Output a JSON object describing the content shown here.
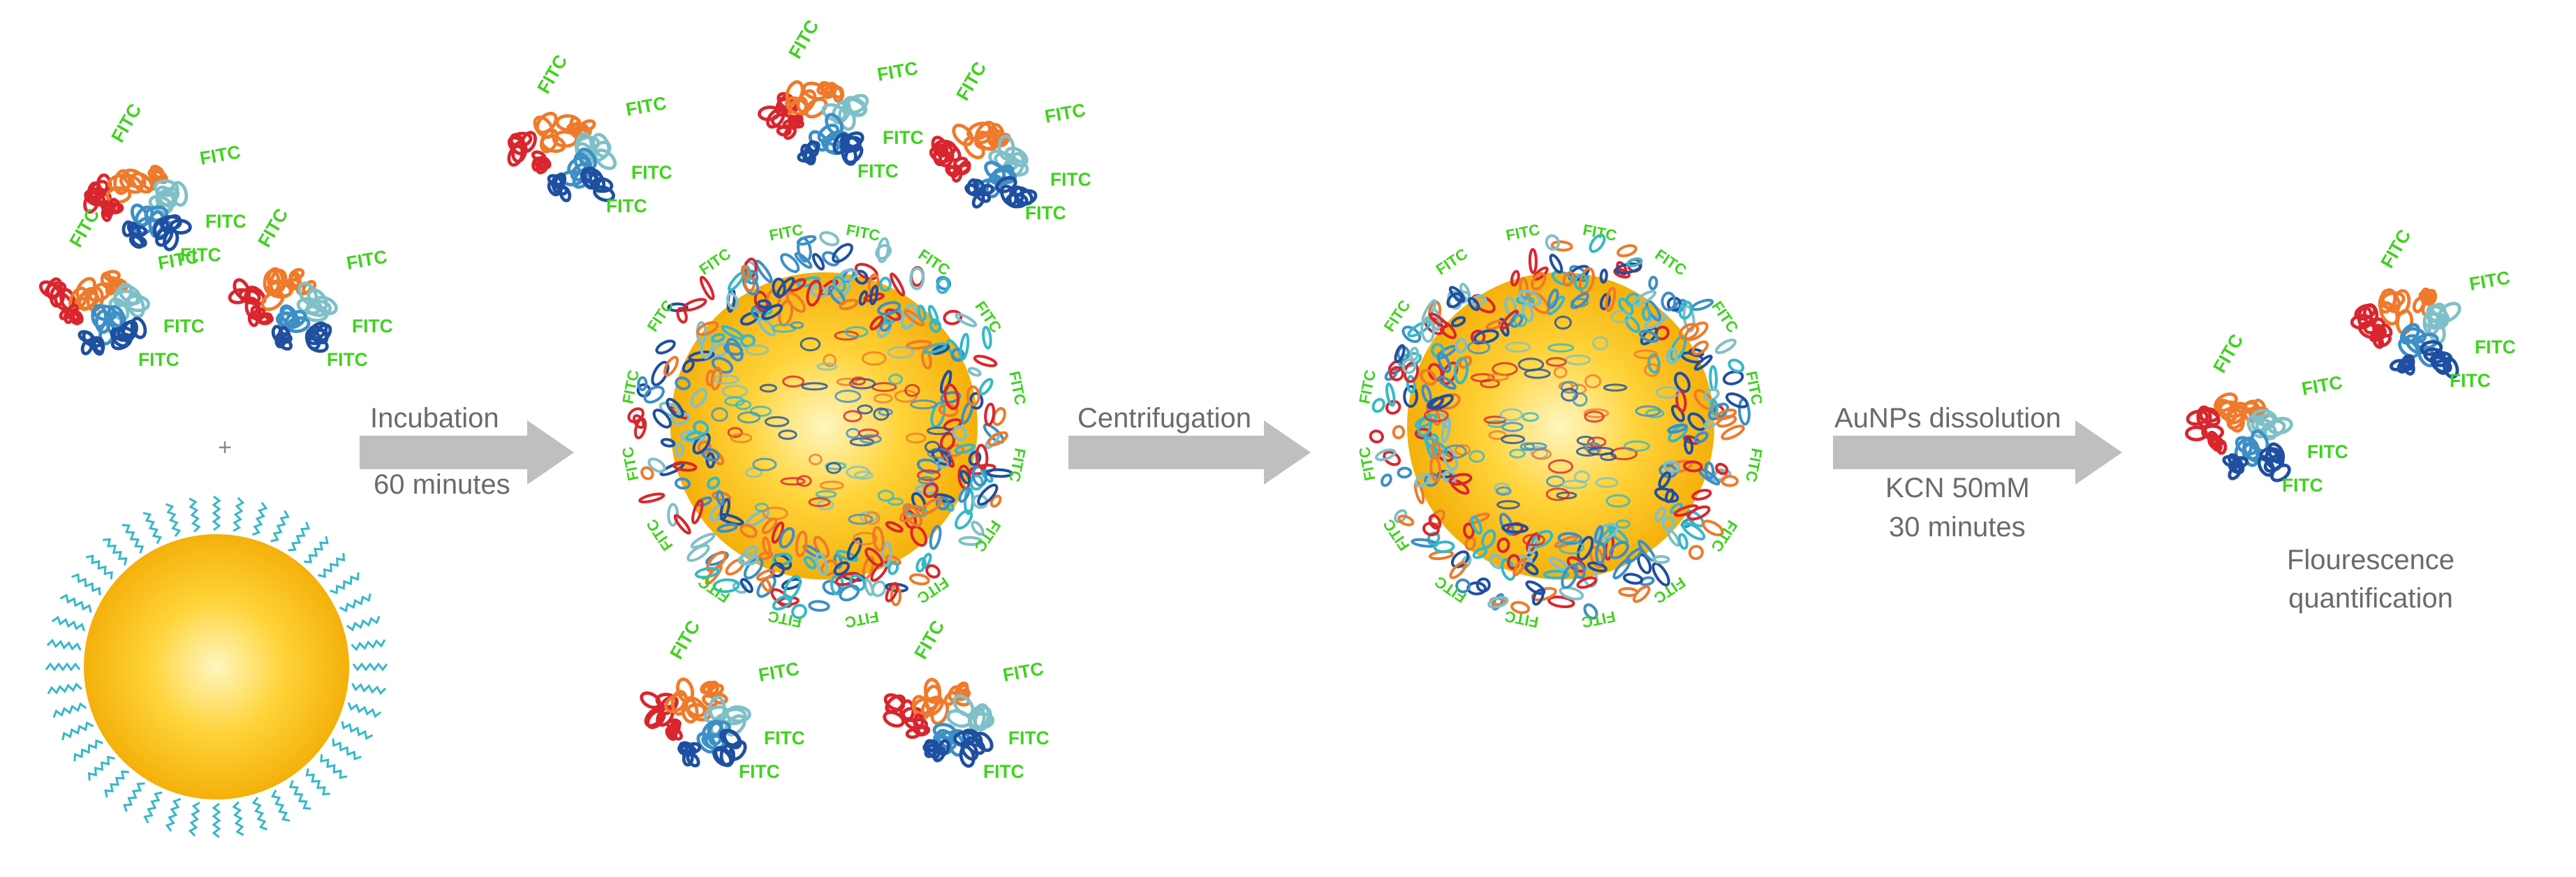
{
  "colors": {
    "arrow": "#bfbfbf",
    "label_text": "#6b6b6b",
    "fitc": "#3fd21e",
    "gold_center": "#fff6c0",
    "gold_mid": "#ffcf2e",
    "gold_edge": "#f2a900",
    "ligand": "#36b8c8",
    "protein_red": "#d9262e",
    "protein_orange": "#ef7a2b",
    "protein_lightblue": "#3d8fc6",
    "protein_darkblue": "#1f4fa0",
    "protein_teal": "#7fc0c8"
  },
  "labels": {
    "fitc": "FITC",
    "plus": "+",
    "step1_line1": "Incubation",
    "step1_line2": "60 minutes",
    "step2": "Centrifugation",
    "step3_line1": "AuNPs dissolution",
    "step3_line2": "KCN 50mM",
    "step3_line3": "30 minutes",
    "result_line1": "Flourescence",
    "result_line2": "quantification"
  }
}
